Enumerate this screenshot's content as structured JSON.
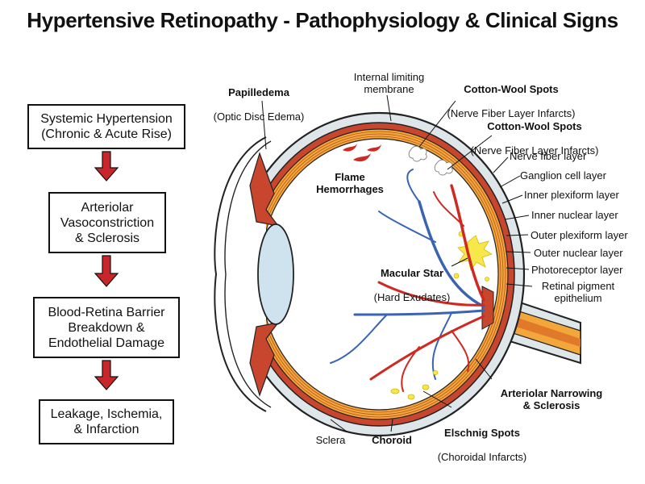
{
  "title": "Hypertensive Retinopathy - Pathophysiology & Clinical Signs",
  "flow": [
    "Systemic Hypertension\n(Chronic & Acute Rise)",
    "Arteriolar\nVasoconstriction\n& Sclerosis",
    "Blood-Retina Barrier\nBreakdown &\nEndothelial Damage",
    "Leakage, Ischemia,\n& Infarction"
  ],
  "labels": {
    "papilledema": {
      "title": "Papilledema",
      "sub": "(Optic Disc Edema)"
    },
    "ilm": "Internal limiting\nmembrane",
    "cws1": {
      "title": "Cotton-Wool Spots",
      "sub": "(Nerve Fiber Layer Infarcts)"
    },
    "cws2": {
      "title": "Cotton-Wool Spots",
      "sub": "(Nerve Fiber Layer Infarcts)"
    },
    "flame": "Flame\nHemorrhages",
    "macular": {
      "title": "Macular Star",
      "sub": "(Hard Exudates)"
    },
    "arteriolar": "Arteriolar Narrowing\n& Sclerosis",
    "elschnig": {
      "title": "Elschnig Spots",
      "sub": "(Choroidal Infarcts)"
    },
    "sclera": "Sclera",
    "choroid": "Choroid"
  },
  "layers": [
    "Nerve fiber layer",
    "Ganglion cell layer",
    "Inner plexiform layer",
    "Inner nuclear layer",
    "Outer plexiform layer",
    "Outer nuclear layer",
    "Photoreceptor layer",
    "Retinal pigment\nepithelium"
  ],
  "colors": {
    "sclera": "#dfe6ea",
    "choroid": "#c9462e",
    "retina": "#f3a63a",
    "artery": "#cf2a22",
    "vein": "#3a63b3",
    "lens": "#cfe3ef",
    "exudate": "#f6e84a",
    "arrow": "#c8262a"
  }
}
